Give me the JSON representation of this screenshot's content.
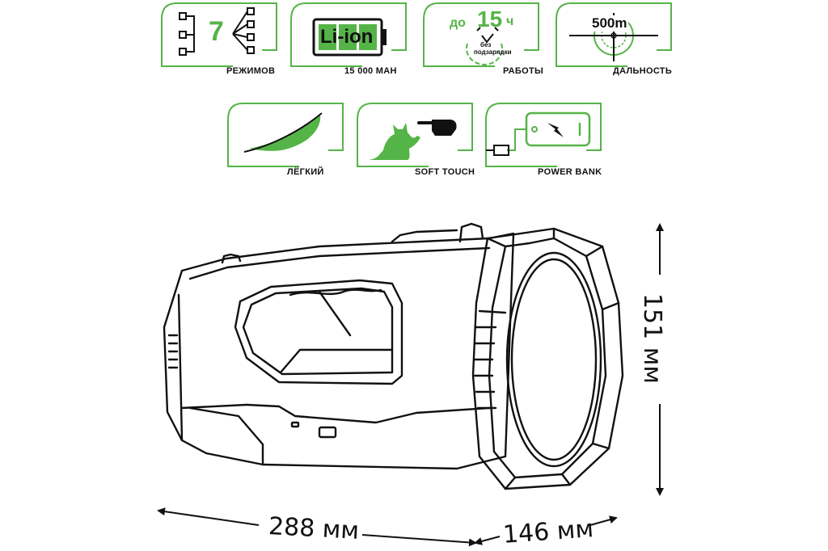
{
  "features_row1": [
    {
      "label": "РЕЖИМОВ",
      "big": "7"
    },
    {
      "label": "15 000 mAh",
      "big": "Li-ion"
    },
    {
      "label": "РАБОТЫ",
      "pre": "до",
      "big": "15",
      "unit": "ч",
      "sub1": "без",
      "sub2": "подзарядки"
    },
    {
      "label": "ДАЛЬНОСТЬ",
      "big": "500m"
    }
  ],
  "features_row2": [
    {
      "label": "ЛЁГКИЙ"
    },
    {
      "label": "SOFT TOUCH"
    },
    {
      "label": "POWER BANK"
    }
  ],
  "dimensions": {
    "length": "288 мм",
    "width": "146 мм",
    "height": "151 мм"
  },
  "colors": {
    "accent": "#55b447",
    "outline": "#111111"
  },
  "icons": [
    "modes-tree-icon",
    "battery-icon",
    "clock-icon",
    "crosshair-icon",
    "feather-icon",
    "cat-hand-icon",
    "phone-charging-icon"
  ]
}
